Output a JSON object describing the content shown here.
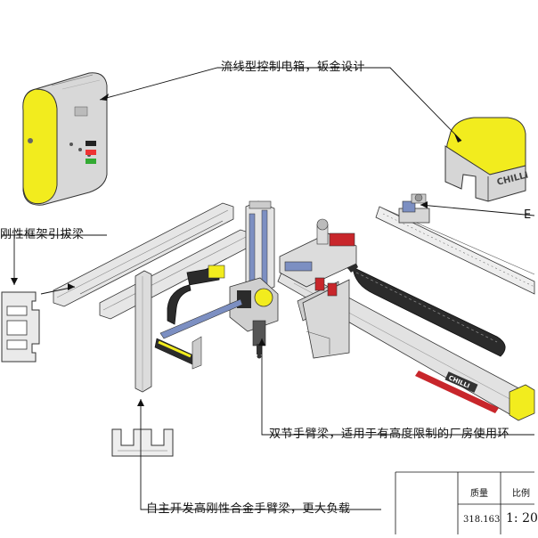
{
  "annotations": {
    "control_box": "流线型控制电箱，钣金设计",
    "frame_beam": "刚性框架引拔梁",
    "double_arm": "双节手臂梁，适用于有高度限制的厂房使用环",
    "alloy_arm": "自主开发高刚性合金手臂梁，更大负载",
    "right_cut": "E"
  },
  "branding": {
    "cover_logo": "CHILLI",
    "rail_logo": "CHILLI"
  },
  "title_block": {
    "mass_header": "质量",
    "mass_value": "318.163",
    "scale_header": "比例",
    "scale_value": "1: 20"
  },
  "colors": {
    "accent_yellow": "#f2ec1e",
    "body_gray": "#d6d6d6",
    "rail_blue": "#7c8fc2",
    "motor_red": "#c8262b",
    "outline": "#333333"
  }
}
